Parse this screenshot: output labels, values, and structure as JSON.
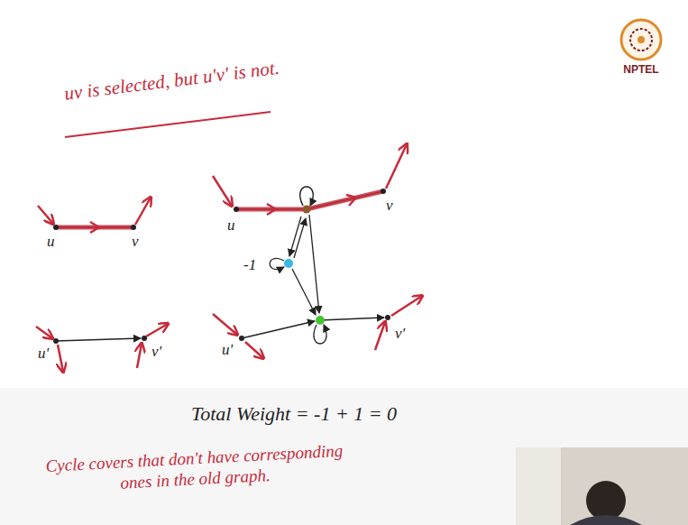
{
  "diagram": {
    "title": "uv is selected, but u'v' is not.",
    "caption": "Cycle covers that don't have corresponding ones in the old graph.",
    "labels": [
      "u",
      "v",
      "u'",
      "v'",
      "u",
      "v",
      "u'",
      "v'",
      "-1",
      "Total Weight = -1 + 1 = 0",
      "NPTEL"
    ]
  }
}
